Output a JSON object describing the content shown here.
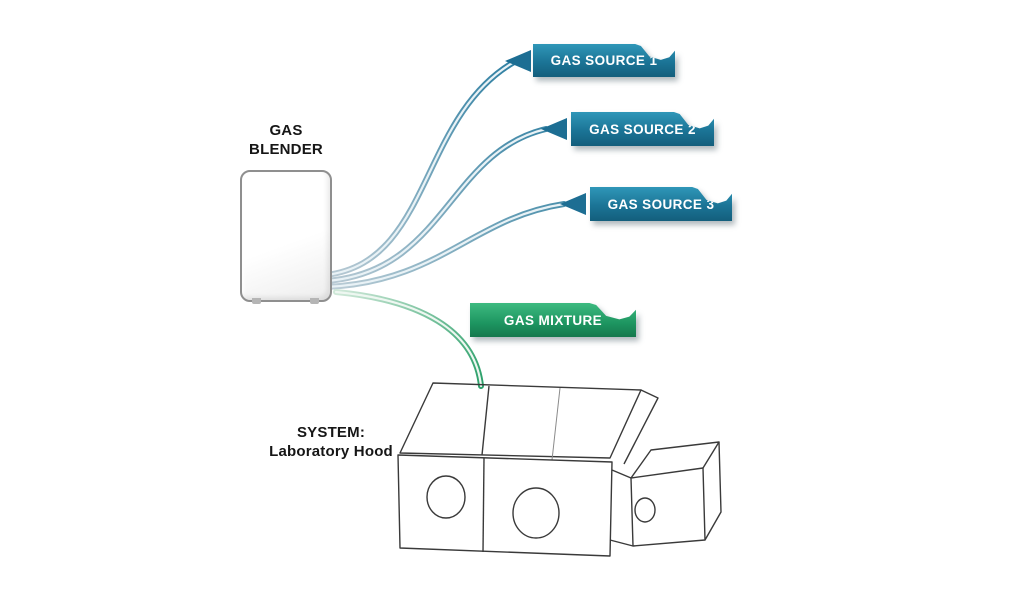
{
  "blender": {
    "label": "GAS\nBLENDER"
  },
  "system": {
    "label": "SYSTEM:\nLaboratory Hood"
  },
  "sources": [
    {
      "label": "GAS SOURCE 1"
    },
    {
      "label": "GAS SOURCE 2"
    },
    {
      "label": "GAS SOURCE 3"
    }
  ],
  "mixture": {
    "label": "GAS MIXTURE"
  },
  "colors": {
    "source_tab": "#1b7496",
    "mixture_tab": "#1d9560",
    "tube_blue": "#2e7fa2",
    "tube_green": "#2ba06a",
    "arrow": "#1d6e93",
    "hood_line": "#3a3a3a"
  }
}
